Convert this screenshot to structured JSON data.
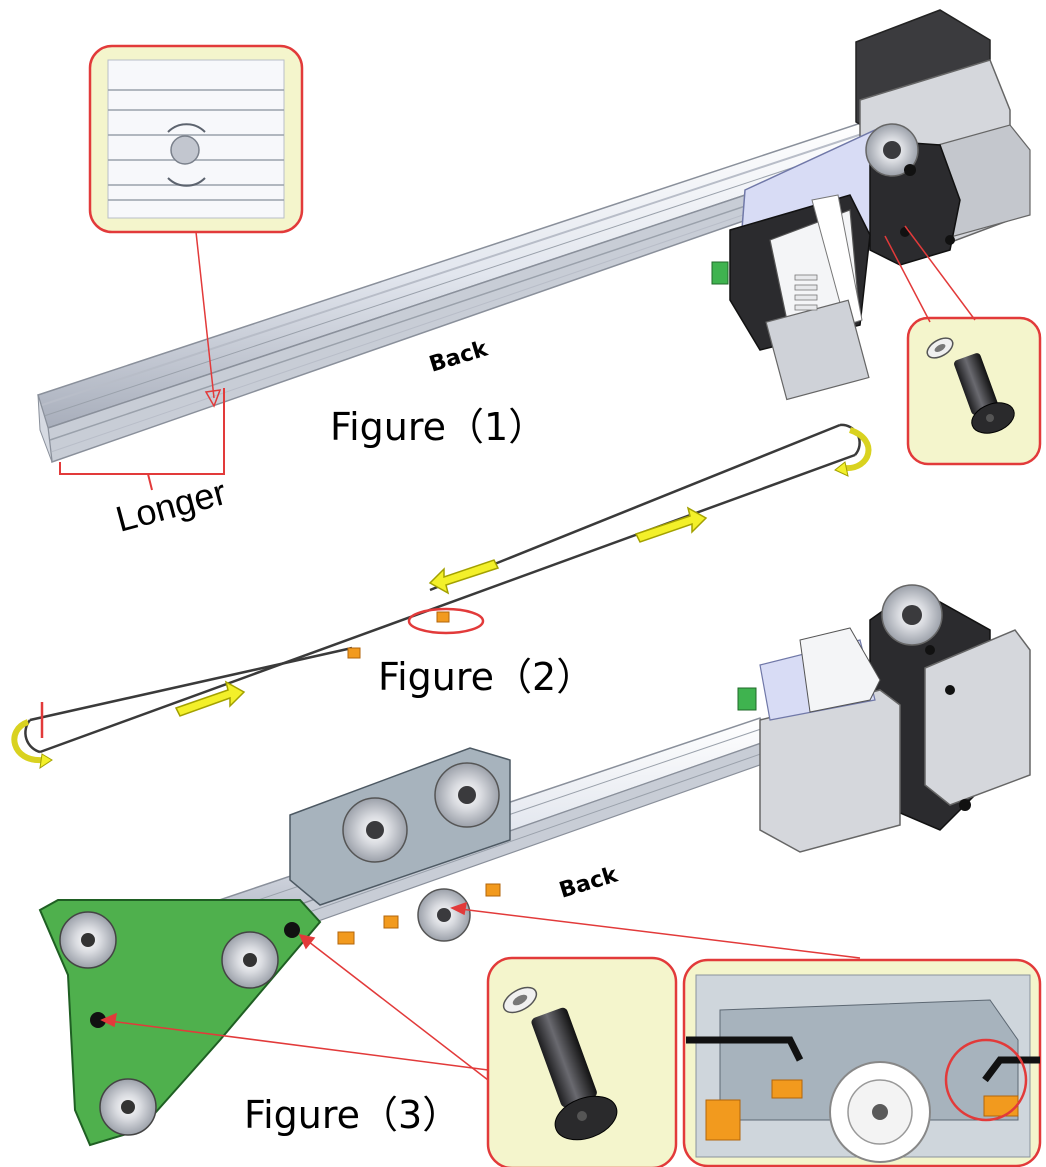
{
  "figure1": {
    "caption": "Figure（1）",
    "back_label": "Back",
    "longer_label": "Longer"
  },
  "figure2": {
    "caption": "Figure（2）"
  },
  "figure3": {
    "caption": "Figure（3）",
    "back_label": "Back"
  },
  "colors": {
    "callout_red": "#e23a3a",
    "callout_fill": "#f4f5cc",
    "bracket_green": "#2f9a3a",
    "arrow_yellow": "#f3f02a",
    "rail_light": "#e6e9ef",
    "rail_dark": "#9aa1ab",
    "motor_grey": "#c9ccd1",
    "bracket_black": "#2b2b2e",
    "carriage_blue": "#d8dcf5",
    "nut_orange": "#f29a1e"
  }
}
